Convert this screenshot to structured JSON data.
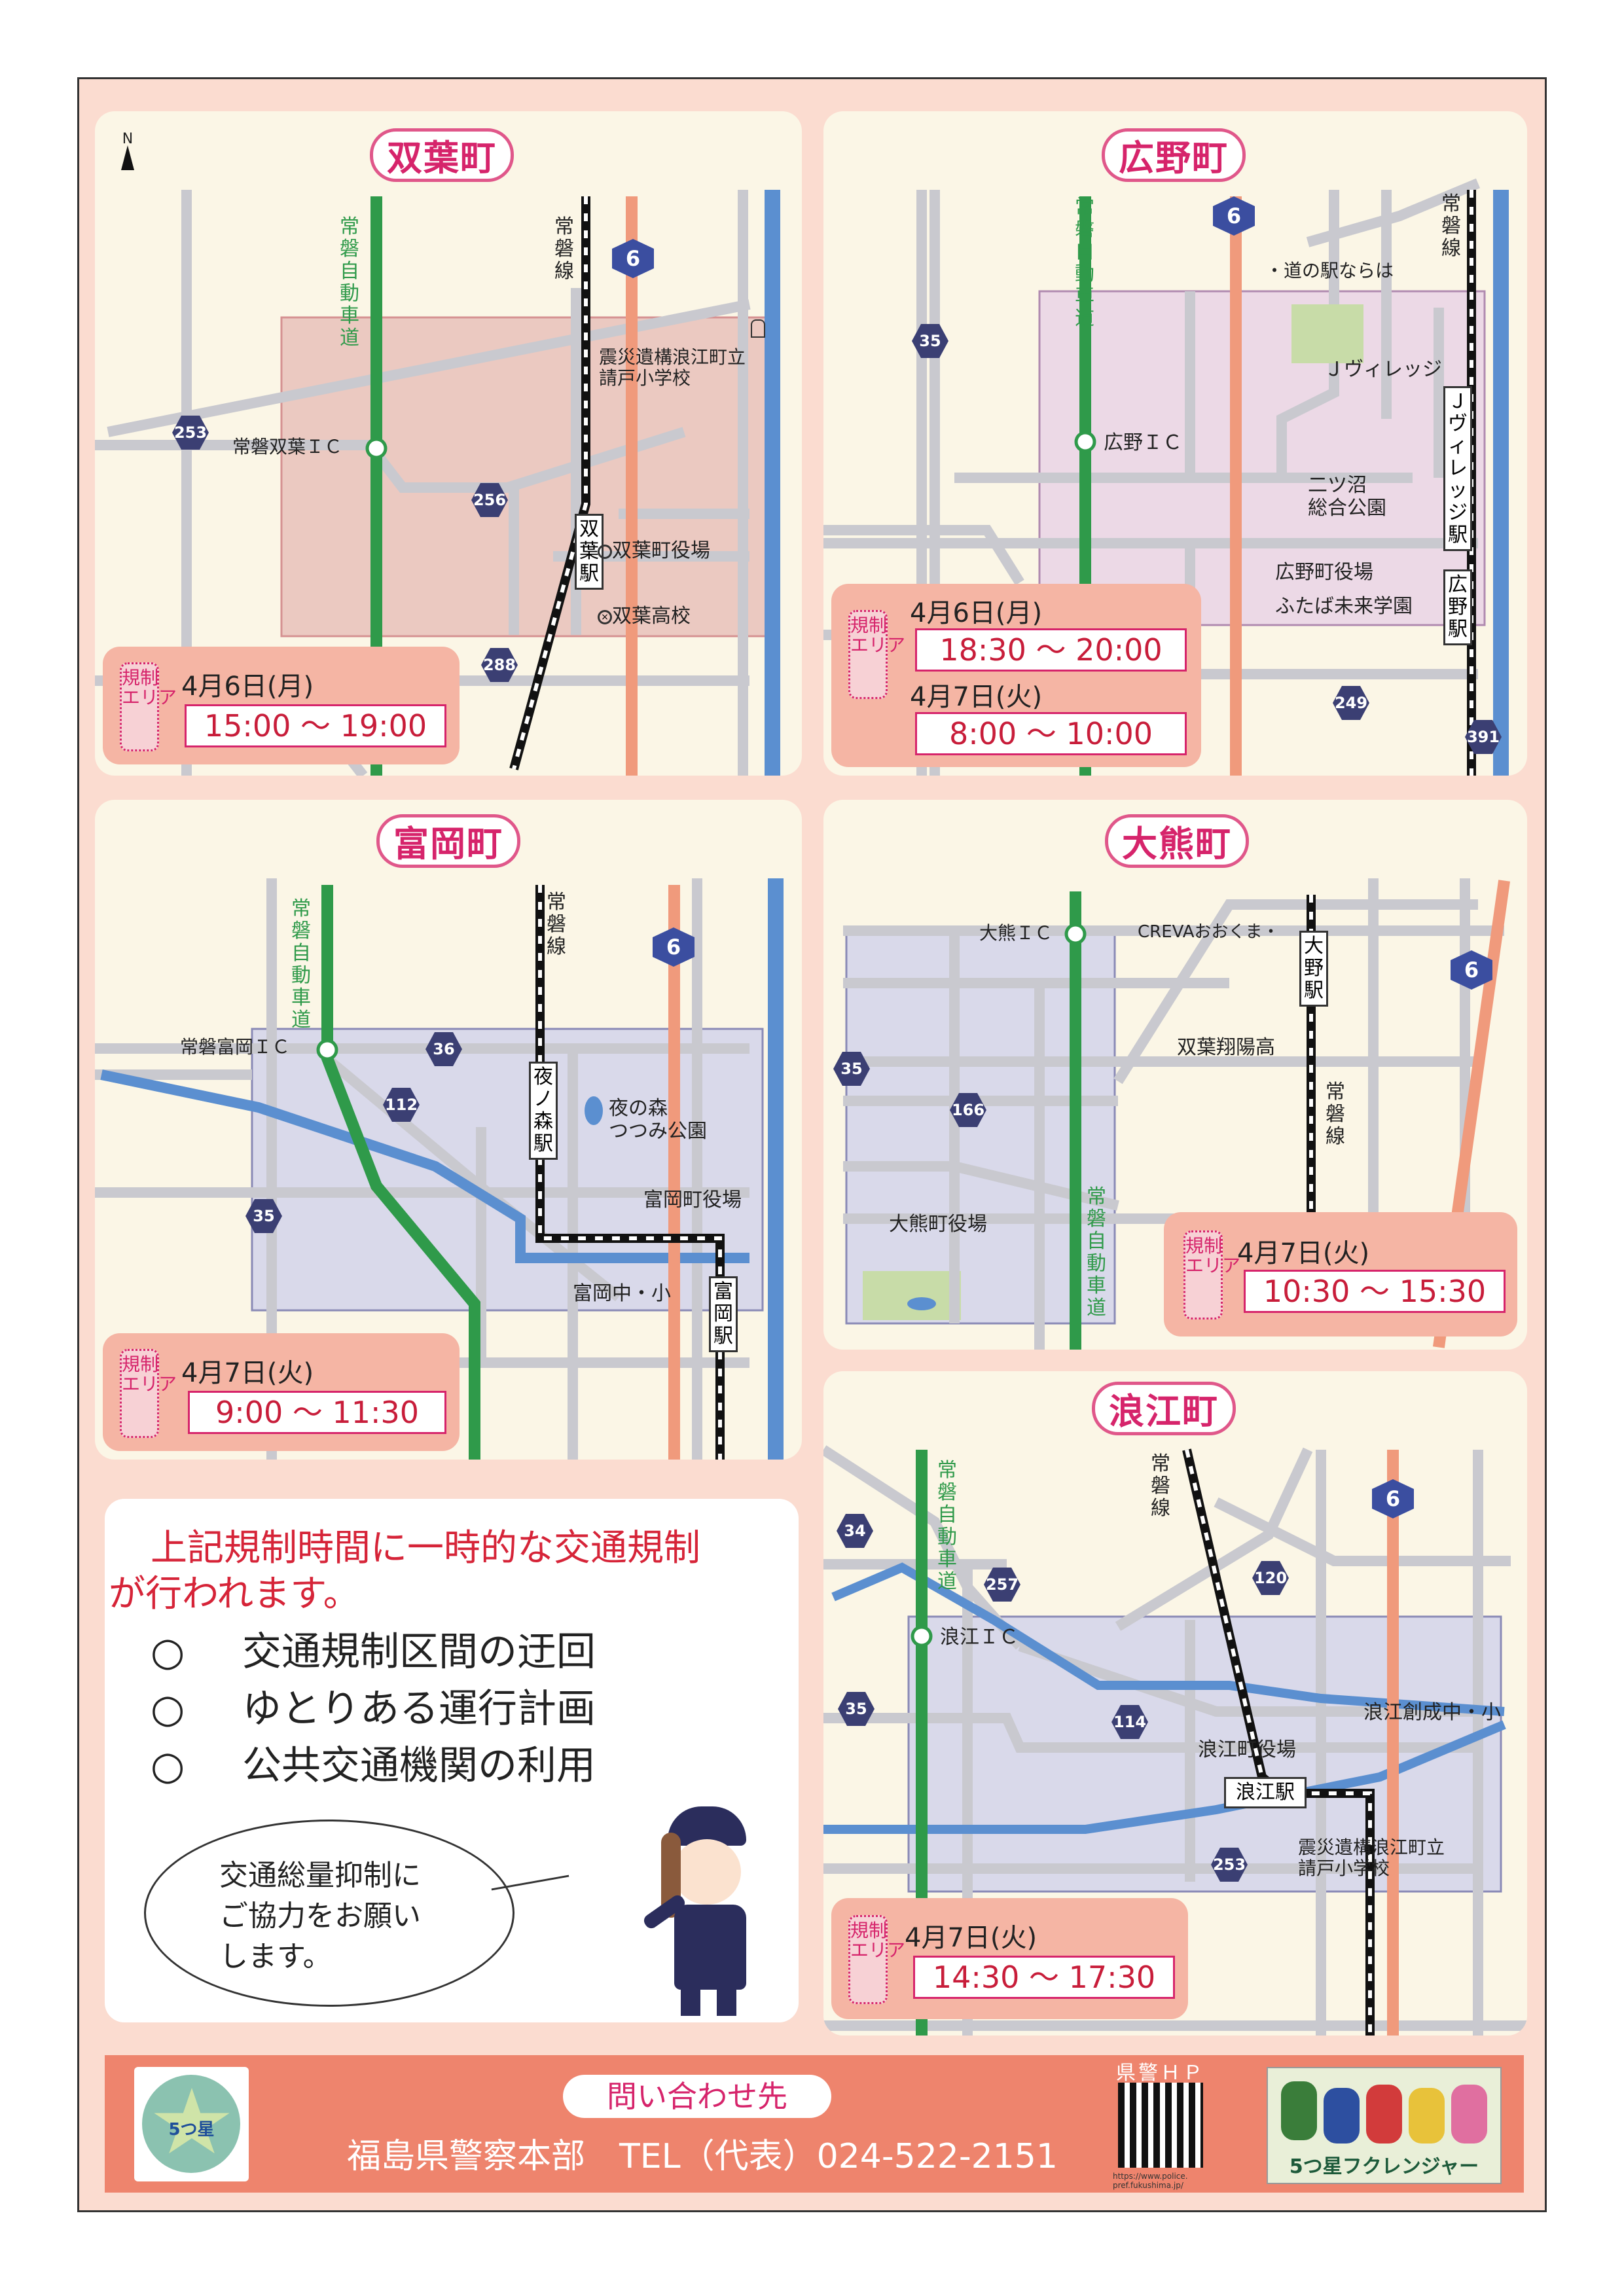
{
  "north": "N",
  "futaba": {
    "title": "双葉町",
    "expressway": "常磐自動車道",
    "line": "常磐線",
    "route6": "6",
    "r253": "253",
    "r256": "256",
    "r288": "288",
    "ic": "常磐双葉ＩＣ",
    "school_ruins": "震災遺構浪江町立\n請戸小学校",
    "station": "双葉駅",
    "office": "双葉町役場",
    "highschool": "双葉高校",
    "area_label": "規制\nエリア",
    "date1": "4月6日(月)",
    "time1": "15:00 ～ 19:00"
  },
  "hirono": {
    "title": "広野町",
    "expressway": "常磐自動車道",
    "line": "常磐線",
    "route6": "6",
    "r35": "35",
    "r249": "249",
    "r391": "391",
    "michinoeki": "・道の駅ならは",
    "jvillage": "Ｊヴィレッジ",
    "jvillage_station": "Ｊヴィレッジ駅",
    "ic": "広野ＩＣ",
    "park": "二ツ沼\n総合公園",
    "office": "広野町役場",
    "school": "ふたば未来学園",
    "station": "広野駅",
    "area_label": "規制\nエリア",
    "date1": "4月6日(月)",
    "time1": "18:30 ～ 20:00",
    "date2": "4月7日(火)",
    "time2": "8:00 ～ 10:00"
  },
  "tomioka": {
    "title": "富岡町",
    "expressway": "常磐自動車道",
    "line": "常磐線",
    "route6": "6",
    "r36": "36",
    "r112": "112",
    "r35": "35",
    "ic": "常磐富岡ＩＣ",
    "station1": "夜ノ森駅",
    "park": "夜の森\nつつみ公園",
    "office": "富岡町役場",
    "school": "富岡中・小",
    "station2": "富岡駅",
    "area_label": "規制\nエリア",
    "date1": "4月7日(火)",
    "time1": "9:00 ～ 11:30"
  },
  "okuma": {
    "title": "大熊町",
    "expressway": "常磐自動車道",
    "line": "常磐線",
    "route6": "6",
    "r35": "35",
    "r166": "166",
    "ic": "大熊ＩＣ",
    "creva": "CREVAおおくま・",
    "station": "大野駅",
    "school": "双葉翔陽高",
    "office": "大熊町役場",
    "area_label": "規制\nエリア",
    "date1": "4月7日(火)",
    "time1": "10:30 ～ 15:30"
  },
  "namie": {
    "title": "浪江町",
    "expressway": "常磐自動車道",
    "line": "常磐線",
    "route6": "6",
    "r34": "34",
    "r257": "257",
    "r120": "120",
    "r35": "35",
    "r114": "114",
    "r253": "253",
    "ic": "浪江ＩＣ",
    "school": "浪江創成中・小",
    "office": "浪江町役場",
    "station": "浪江駅",
    "school_ruins": "震災遺構浪江町立\n請戸小学校",
    "area_label": "規制\nエリア",
    "date1": "4月7日(火)",
    "time1": "14:30 ～ 17:30"
  },
  "message": {
    "headline1": "上記規制時間に一時的な交通規制",
    "headline2": "が行われます。",
    "items": [
      "交通規制区間の迂回",
      "ゆとりある運行計画",
      "公共交通機関の利用"
    ],
    "bullet": "○",
    "bubble": "交通総量抑制に\nご協力をお願い\nします。"
  },
  "footer": {
    "contact_label": "問い合わせ先",
    "org": "福島県警察本部　TEL（代表）024-522-2151",
    "hp_label": "県警ＨＰ",
    "url": "https://www.police.\npref.fukushima.jp/",
    "logo_text": "5つ星",
    "mascot_text": "5つ星フクレンジャー"
  },
  "colors": {
    "frame_bg": "#fbdcd0",
    "panel_bg": "#fbf6e6",
    "expressway": "#2f9a4a",
    "route6": "#f09a7c",
    "coast": "#5b8fd0",
    "title": "#d6246b",
    "footer": "#ee846d"
  }
}
